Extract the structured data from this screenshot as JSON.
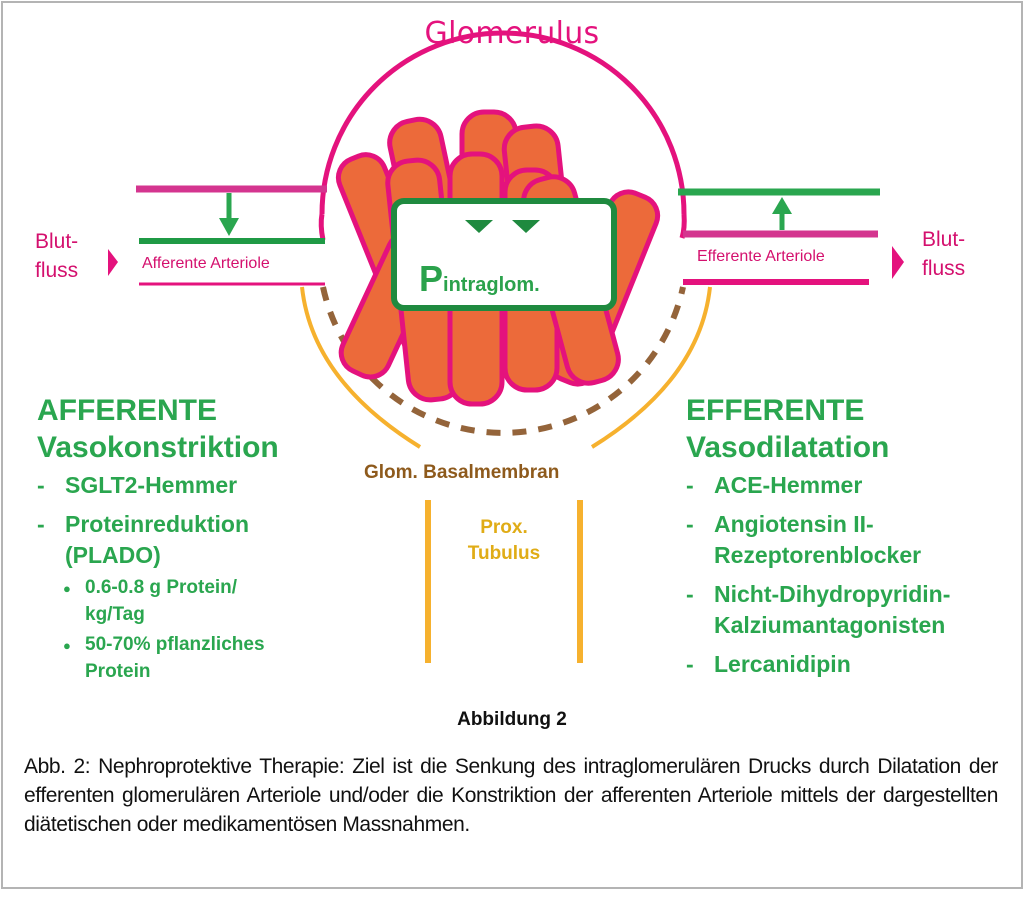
{
  "title": "Glomerulus",
  "colors": {
    "magenta": "#e4127d",
    "green": "#2aa64f",
    "orange_capillary": "#ec6a3a",
    "brown_gbm": "#8e5a1c",
    "yellow_tubulus": "#f6b12e"
  },
  "left_flow": {
    "line1": "Blut-",
    "line2": "fluss"
  },
  "right_flow": {
    "line1": "Blut-",
    "line2": "fluss"
  },
  "afferent_label": "Afferente Arteriole",
  "efferent_label": "Efferente Arteriole",
  "pressure": {
    "symbol": "P",
    "subscript": "intraglom."
  },
  "gbm_label": "Glom. Basalmembran",
  "tubulus": {
    "line1": "Prox.",
    "line2": "Tubulus"
  },
  "left_panel": {
    "heading1": "AFFERENTE",
    "heading2": "Vasokonstriktion",
    "items": [
      {
        "dash": "-",
        "label": "SGLT2-Hemmer"
      },
      {
        "dash": "-",
        "label": "Proteinreduktion",
        "label2": "(PLADO)"
      }
    ],
    "subitems": [
      {
        "bullet": "●",
        "line1": "0.6-0.8 g Protein/",
        "line2": "kg/Tag"
      },
      {
        "bullet": "●",
        "line1": "50-70% pflanzliches",
        "line2": "Protein"
      }
    ]
  },
  "right_panel": {
    "heading1": "EFFERENTE",
    "heading2": "Vasodilatation",
    "items": [
      {
        "dash": "-",
        "label": "ACE-Hemmer"
      },
      {
        "dash": "-",
        "label": "Angiotensin II-",
        "label2": "Rezeptorenblocker"
      },
      {
        "dash": "-",
        "label": "Nicht-Dihydropyridin-",
        "label2": "Kalziumantagonisten"
      },
      {
        "dash": "-",
        "label": "Lercanidipin"
      }
    ]
  },
  "figure_label": "Abbildung 2",
  "caption": "Abb. 2: Nephroprotektive Therapie: Ziel ist die Senkung des intraglomerulären Drucks durch Dilatation der efferenten glomerulären Arteriole und/oder die Konstriktion der afferenten Arteriole mittels der dargestellten diätetischen oder medikamentösen Massnahmen."
}
